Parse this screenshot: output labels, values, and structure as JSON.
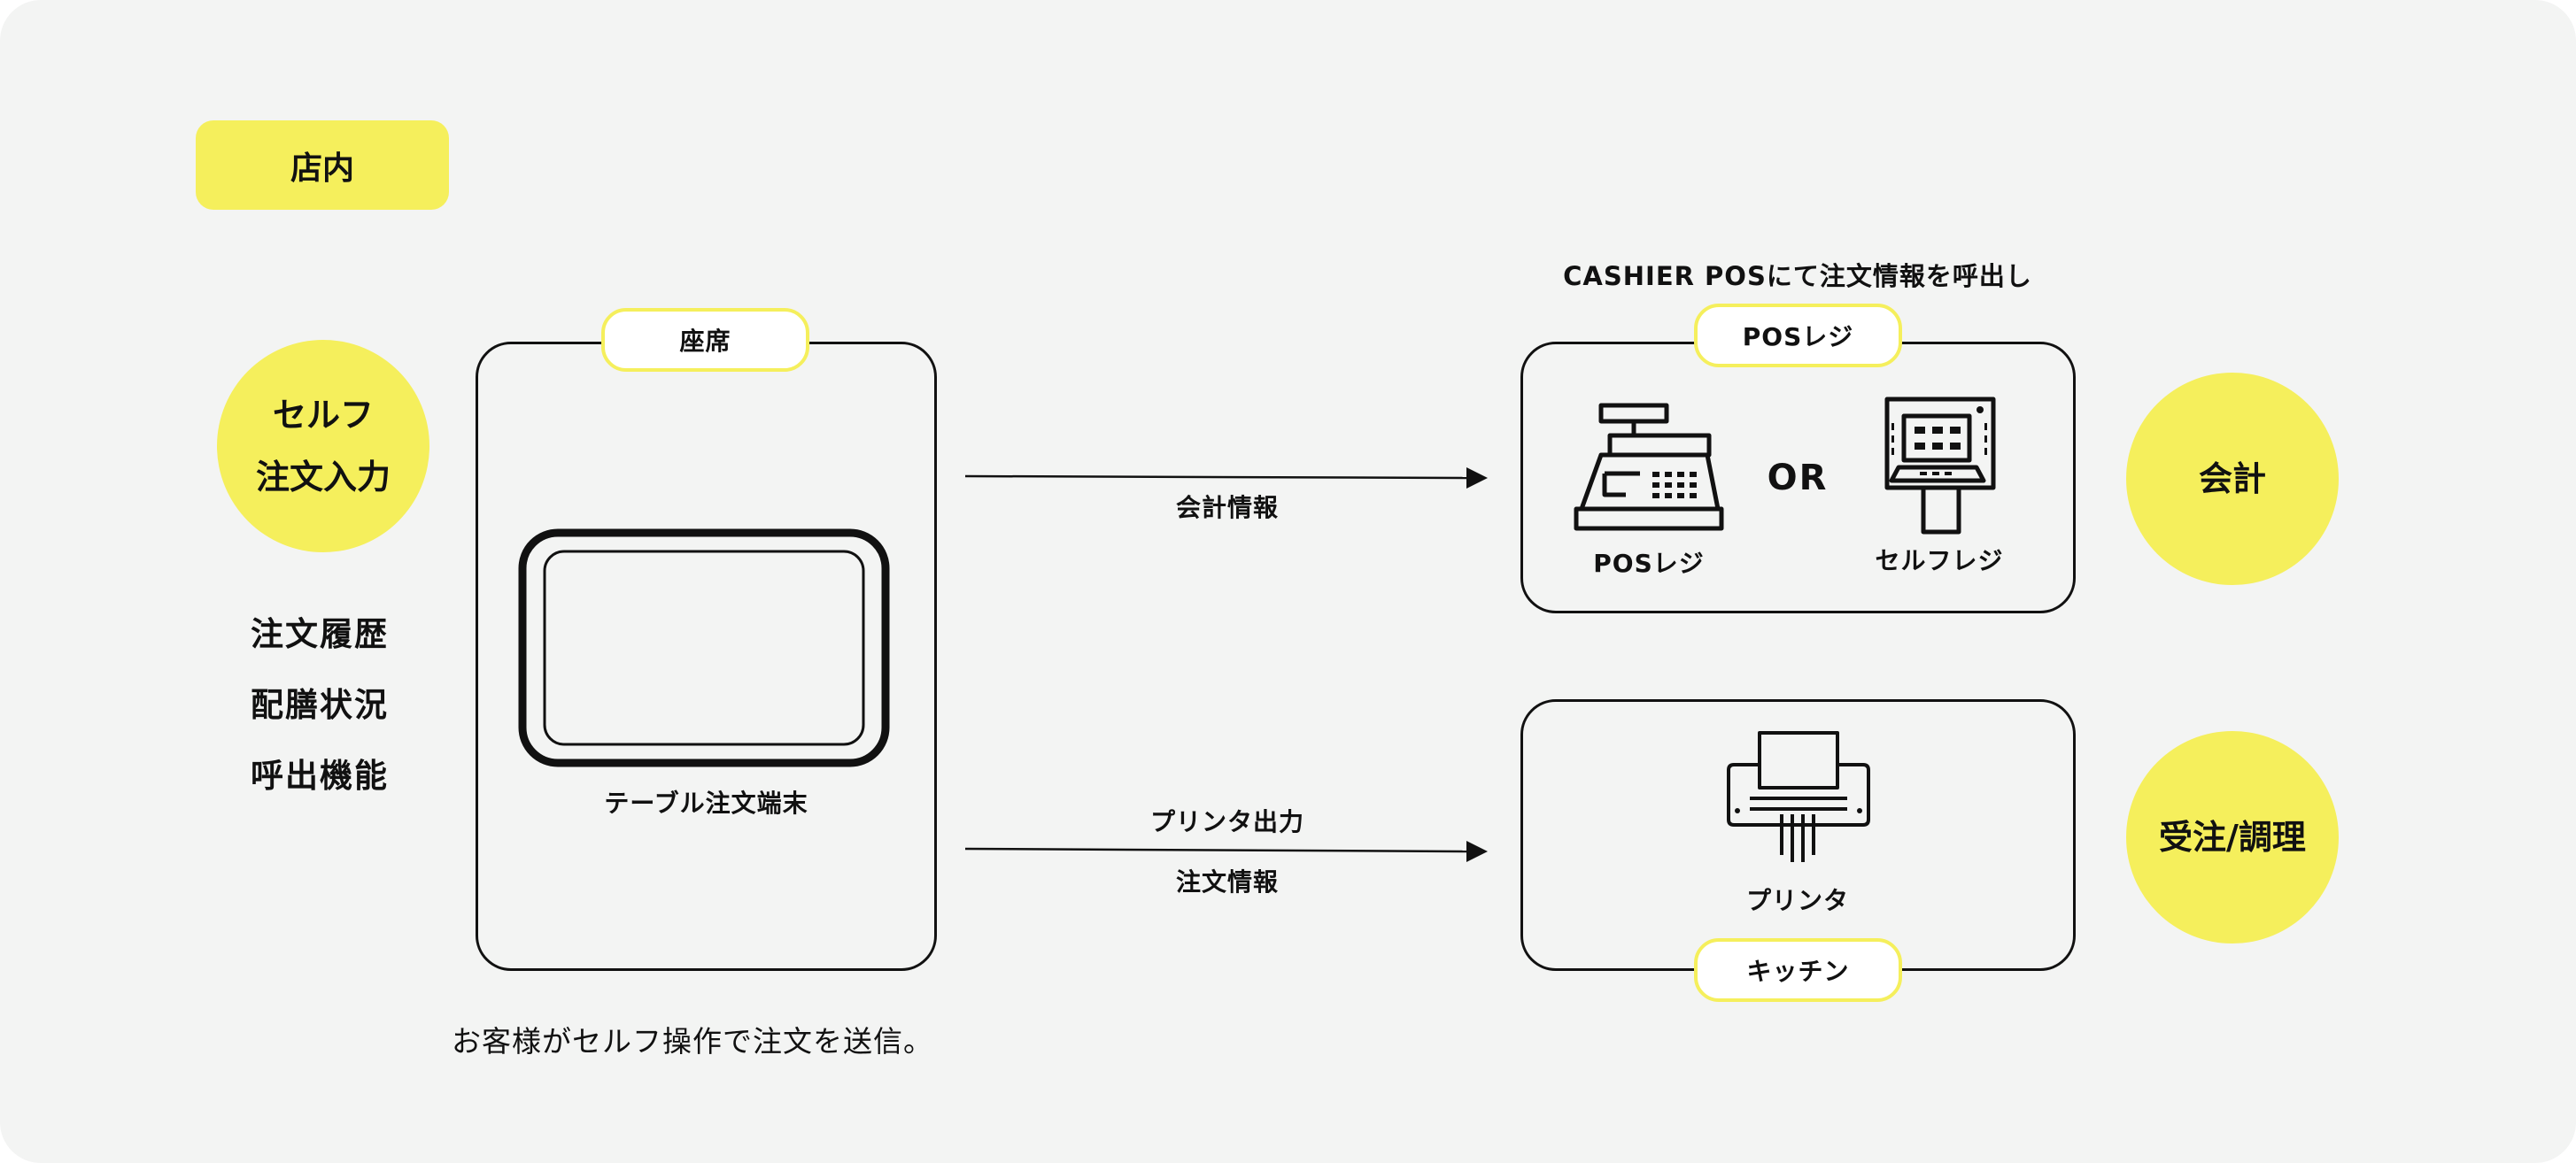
{
  "location_label": "店内",
  "self_order": {
    "line1": "セルフ",
    "line2": "注文入力"
  },
  "features": [
    "注文履歴",
    "配膳状況",
    "呼出機能"
  ],
  "seat": {
    "tag": "座席",
    "device_label": "テーブル注文端末",
    "caption": "お客様がセルフ操作で注文を送信。"
  },
  "arrows": {
    "top": {
      "label": "会計情報"
    },
    "bottom": {
      "label_above": "プリンタ出力",
      "label_below": "注文情報"
    }
  },
  "pos_section": {
    "heading": "CASHIER POSにて注文情報を呼出し",
    "tag": "POSレジ",
    "left_item": "POSレジ",
    "or_text": "OR",
    "right_item": "セルフレジ"
  },
  "kitchen_section": {
    "tag": "キッチン",
    "item": "プリンタ"
  },
  "right_circles": {
    "checkout": "会計",
    "order_cooking": "受注/調理"
  },
  "colors": {
    "accent_yellow": "#f5ef5c",
    "background": "#f3f4f3",
    "line": "#111111"
  },
  "icons": [
    "cash-register-icon",
    "self-checkout-kiosk-icon",
    "printer-icon",
    "tablet-icon",
    "arrow-right-icon"
  ]
}
